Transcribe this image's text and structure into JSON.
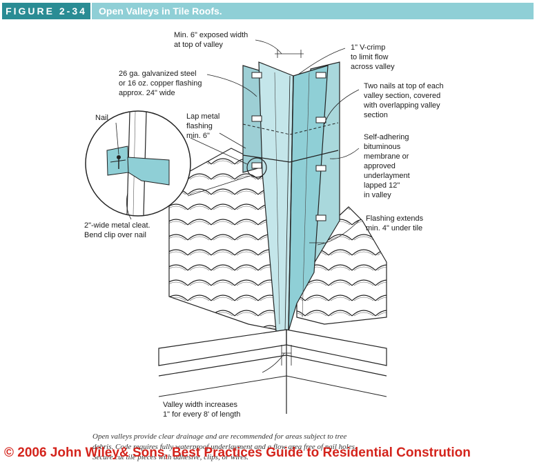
{
  "header": {
    "figure_number": "FIGURE 2-34",
    "title": "Open Valleys in Tile Roofs."
  },
  "labels": {
    "exposed_width": "Min. 6\" exposed width\nat top of valley",
    "v_crimp": "1\" V-crimp\nto limit flow\nacross valley",
    "flashing_material": "26 ga. galvanized steel\nor 16 oz. copper flashing\napprox. 24\" wide",
    "two_nails": "Two nails at top of each\nvalley section, covered\nwith overlapping valley\nsection",
    "nail": "Nail",
    "lap_metal": "Lap metal\nflashing\nmin. 6\"",
    "self_adhering": "Self-adhering\nbituminous\nmembrane or\napproved\nunderlayment\nlapped 12\"\nin valley",
    "flashing_extends": "Flashing extends\nmin. 4\" under tile",
    "metal_cleat": "2\"-wide metal cleat.\nBend clip over nail",
    "valley_width": "Valley width increases\n1\" for every 8' of length"
  },
  "caption": {
    "line1": "Open valleys provide clear drainage and are recommended for areas subject to tree",
    "line2": "debris. Code requires fully waterproof underlayment and a flow area free of nail holes.",
    "line3": "Secure cut tile pieces with adhesive, clips, or wires."
  },
  "copyright": "© 2006 John Wiley& Sons, Best Practices Guide to Residential Constrution",
  "colors": {
    "figure_number_bg": "#2a8c94",
    "title_bg": "#8fcfd6",
    "flashing": "#8fcfd6",
    "membrane": "#a9d8dc",
    "copyright": "#d4241c"
  }
}
